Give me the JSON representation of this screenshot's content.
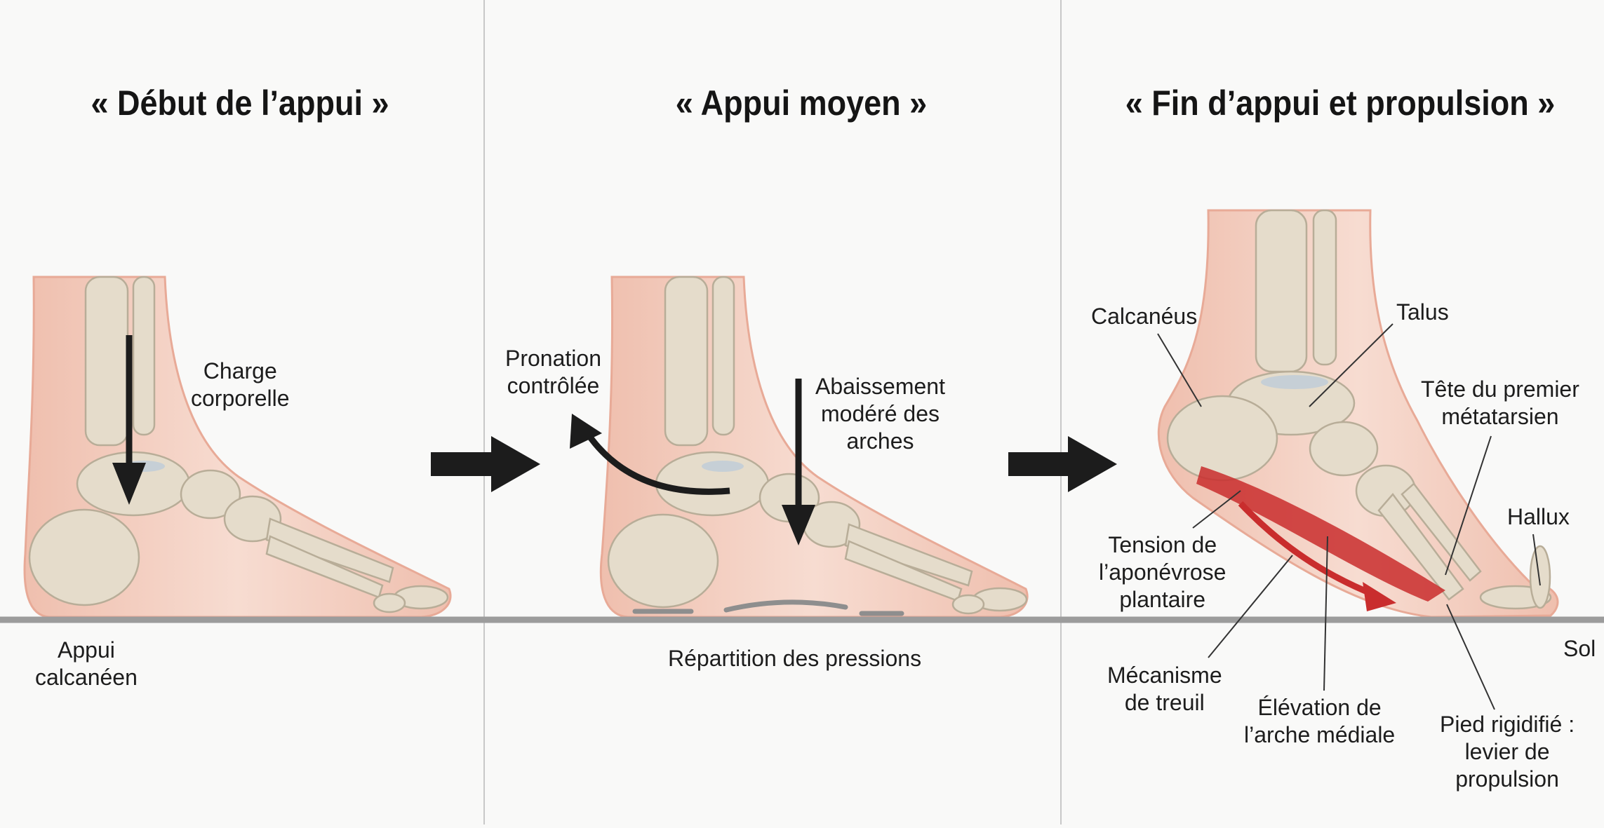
{
  "panels": [
    {
      "title": "« Début de l’appui »",
      "labels": {
        "load": [
          "Charge",
          "corporelle"
        ],
        "heel": [
          "Appui",
          "calcanéen"
        ]
      }
    },
    {
      "title": "« Appui moyen »",
      "labels": {
        "pronation": [
          "Pronation",
          "contrôlée"
        ],
        "lowering": [
          "Abaissement",
          "modéré des",
          "arches"
        ],
        "pressure": [
          "Répartition des pressions"
        ]
      }
    },
    {
      "title": "« Fin d’appui et propulsion »",
      "labels": {
        "calcaneus": [
          "Calcanéus"
        ],
        "talus": [
          "Talus"
        ],
        "metatarsal": [
          "Tête du premier",
          "métatarsien"
        ],
        "hallux": [
          "Hallux"
        ],
        "fascia": [
          "Tension de",
          "l’aponévrose",
          "plantaire"
        ],
        "ground": [
          "Sol"
        ],
        "windlass": [
          "Mécanisme",
          "de treuil"
        ],
        "arch": [
          "Élévation de",
          "l’arche médiale"
        ],
        "lever": [
          "Pied rigidifié :",
          "levier de",
          "propulsion"
        ]
      }
    }
  ],
  "colors": {
    "skin": "#f5d3c6",
    "skin_edge": "#e8aa97",
    "bone": "#e5dccb",
    "bone_edge": "#b8ad98",
    "cartilage": "#c6cfd6",
    "arrow": "#1c1c1c",
    "fascia": "#c92d2d",
    "ground": "#9c9c9c",
    "divider": "#c8c8c8"
  }
}
